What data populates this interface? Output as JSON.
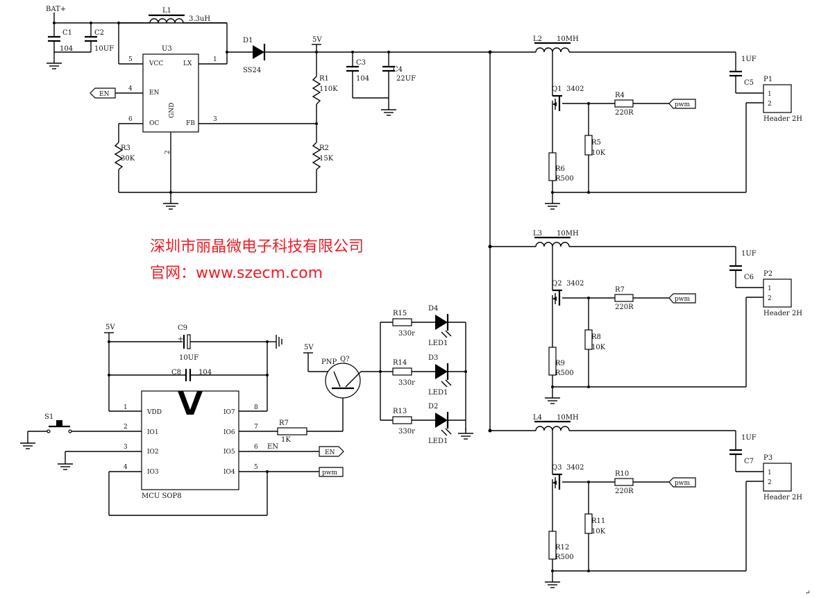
{
  "company": {
    "name": "深圳市丽晶微电子科技有限公司",
    "website": "官网：www.szecm.com",
    "text_color": "#ee1d24"
  },
  "battery": "BAT+",
  "nets": {
    "v5": "5V",
    "en": "EN",
    "pwm": "pwm"
  },
  "boost": {
    "U3": "U3",
    "vcc": "VCC",
    "lx": "LX",
    "en": "EN",
    "oc": "OC",
    "fb": "FB",
    "gnd": "GND",
    "pin1": "1",
    "pin2": "2",
    "pin3": "3",
    "pin4": "4",
    "pin5": "5",
    "pin6": "6",
    "L1": "L1",
    "L1_val": "3.3uH",
    "C1": "C1",
    "C1_val": "104",
    "C2": "C2",
    "C2_val": "10UF",
    "D1": "D1",
    "D1_val": "SS24",
    "R1": "R1",
    "R1_val": "110K",
    "R2": "R2",
    "R2_val": "15K",
    "R3": "R3",
    "R3_val": "30K",
    "C3": "C3",
    "C3_val": "104",
    "C4": "C4",
    "C4_val": "22UF"
  },
  "channels": [
    {
      "L": "L2",
      "L_val": "10MH",
      "C": "C5",
      "C_val": "1UF",
      "Q": "Q1",
      "Q_val": "3402",
      "R_g": "R4",
      "R_g_val": "220R",
      "R_pd": "R5",
      "R_pd_val": "10K",
      "R_s": "R6",
      "R_s_val": "R500",
      "P": "P1",
      "P_val": "Header 2H",
      "p1": "1",
      "p2": "2",
      "pwm": "pwm"
    },
    {
      "L": "L3",
      "L_val": "10MH",
      "C": "C6",
      "C_val": "1UF",
      "Q": "Q2",
      "Q_val": "3402",
      "R_g": "R7",
      "R_g_val": "220R",
      "R_pd": "R8",
      "R_pd_val": "10K",
      "R_s": "R9",
      "R_s_val": "R500",
      "P": "P2",
      "P_val": "Header 2H",
      "p1": "1",
      "p2": "2",
      "pwm": "pwm"
    },
    {
      "L": "L4",
      "L_val": "10MH",
      "C": "C7",
      "C_val": "1UF",
      "Q": "Q3",
      "Q_val": "3402",
      "R_g": "R10",
      "R_g_val": "220R",
      "R_pd": "R11",
      "R_pd_val": "10K",
      "R_s": "R12",
      "R_s_val": "R500",
      "P": "P3",
      "P_val": "Header 2H",
      "p1": "1",
      "p2": "2",
      "pwm": "pwm"
    }
  ],
  "mcu": {
    "name": "MCU SOP8",
    "vdd": "VDD",
    "io1": "IO1",
    "io2": "IO2",
    "io3": "IO3",
    "io7": "IO7",
    "io6": "IO6",
    "io5": "IO5",
    "io4": "IO4",
    "pin1": "1",
    "pin2": "2",
    "pin3": "3",
    "pin4": "4",
    "pin5": "5",
    "pin6": "6",
    "pin7": "7",
    "pin8": "8",
    "C9": "C9",
    "C9_val": "10UF",
    "plus": "+",
    "C8": "C8",
    "C8_val": "104",
    "S1": "S1",
    "R7": "R7",
    "R7_val": "1K",
    "en_label": "EN"
  },
  "led_driver": {
    "Q": "Q?",
    "type": "PNP",
    "leds": [
      {
        "R": "R15",
        "R_val": "330r",
        "D": "D4",
        "D_val": "LED1"
      },
      {
        "R": "R14",
        "R_val": "330r",
        "D": "D3",
        "D_val": "LED1"
      },
      {
        "R": "R13",
        "R_val": "330r",
        "D": "D2",
        "D_val": "LED1"
      }
    ]
  }
}
